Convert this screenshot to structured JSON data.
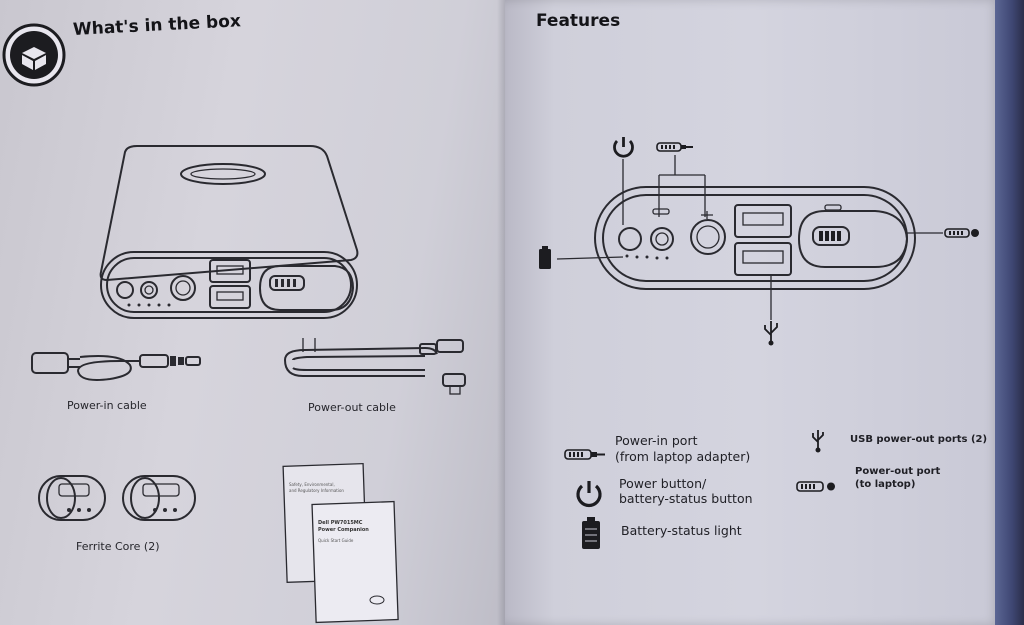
{
  "left_page": {
    "title": "What's in the box",
    "items": {
      "power_in_cable": "Power-in cable",
      "power_out_cable": "Power-out cable",
      "ferrite_core": "Ferrite Core  (2)"
    },
    "doc_back_lines": [
      "Safety, Environmental,",
      "and Regulatory Information"
    ],
    "doc_front_lines": [
      "Dell PW7015MC",
      "Power Companion",
      "Quick Start Guide"
    ]
  },
  "right_page": {
    "title": "Features",
    "legend": {
      "power_in": [
        "Power-in port",
        "(from laptop adapter)"
      ],
      "power_button": [
        "Power button/",
        "battery-status button"
      ],
      "battery_light": "Battery-status light",
      "usb_ports": "USB power-out ports (2)",
      "power_out": [
        "Power-out port",
        "(to laptop)"
      ]
    }
  }
}
